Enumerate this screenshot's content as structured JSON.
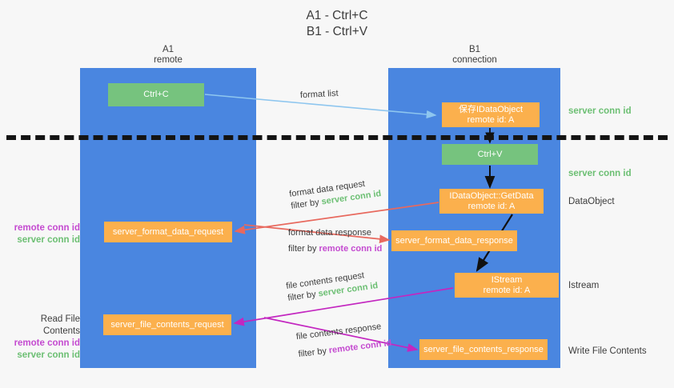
{
  "title": {
    "line1": "A1 - Ctrl+C",
    "line2": "B1 - Ctrl+V"
  },
  "lanes": {
    "a1": {
      "name": "A1",
      "role": "remote"
    },
    "b1": {
      "name": "B1",
      "role": "connection"
    }
  },
  "nodes": {
    "ctrl_c": {
      "line1": "Ctrl+C",
      "line2": ""
    },
    "idataobject": {
      "line1": "保存IDataObject",
      "line2": "remote id: A"
    },
    "ctrl_v": {
      "line1": "Ctrl+V",
      "line2": ""
    },
    "getdata": {
      "line1": "IDataObject::GetData",
      "line2": "remote id: A"
    },
    "format_data_request": {
      "line1": "server_format_data_request",
      "line2": ""
    },
    "format_data_response": {
      "line1": "server_format_data_response",
      "line2": ""
    },
    "istream": {
      "line1": "IStream",
      "line2": "remote id: A"
    },
    "file_contents_request": {
      "line1": "server_file_contents_request",
      "line2": ""
    },
    "file_contents_response": {
      "line1": "server_file_contents_response",
      "line2": ""
    }
  },
  "captions": {
    "format_list": "format list",
    "format_data_request": {
      "line1": "format data request",
      "filter_prefix": "filter by ",
      "filter_value": "server conn id"
    },
    "format_data_response": {
      "line1": "format data response",
      "filter_prefix": "filter by ",
      "filter_value": "remote conn id"
    },
    "file_contents_request": {
      "line1": "file contents request",
      "filter_prefix": "filter by ",
      "filter_value": "server conn id"
    },
    "file_contents_response": {
      "line1": "file contents response",
      "filter_prefix": "filter by ",
      "filter_value": "remote conn id"
    }
  },
  "side_labels": {
    "right": {
      "server_conn_id_top": "server conn id",
      "server_conn_id_mid": "server conn id",
      "dataobject": "DataObject",
      "istream": "Istream",
      "write_file_contents": "Write File Contents"
    },
    "left": {
      "format_block": {
        "remote": "remote conn id",
        "server": "server conn id"
      },
      "file_block": {
        "heading": "Read File Contents",
        "remote": "remote conn id",
        "server": "server conn id"
      }
    }
  },
  "colors": {
    "lane_blue": "#4a86e0",
    "node_green": "#76c37e",
    "node_orange": "#fbb04d",
    "remote_conn": "#c44ad0",
    "server_conn": "#6cbf73",
    "arrow_lightblue": "#8ec6ef",
    "arrow_red": "#e8695e",
    "arrow_magenta": "#c327c0",
    "arrow_black": "#111111",
    "background": "#f7f7f7"
  }
}
